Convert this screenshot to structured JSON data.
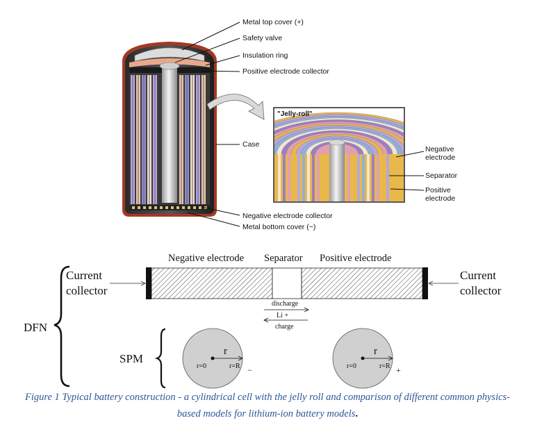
{
  "battery": {
    "labels": {
      "top_cover": "Metal top cover (+)",
      "safety_valve": "Safety valve",
      "insulation_ring": "Insulation ring",
      "pos_collector": "Positive electrode collector",
      "case": "Case",
      "neg_collector": "Negative electrode collector",
      "bottom_cover": "Metal bottom cover (−)"
    },
    "jelly_roll": {
      "title": "\"Jelly-roll\"",
      "negative": [
        "Negative",
        "electrode"
      ],
      "separator": "Separator",
      "positive": [
        "Positive",
        "electrode"
      ]
    }
  },
  "dfn": {
    "label": "DFN",
    "spm_label": "SPM",
    "current_collector_left": [
      "Current",
      "collector"
    ],
    "current_collector_right": [
      "Current",
      "collector"
    ],
    "negative_electrode": "Negative electrode",
    "separator": "Separator",
    "positive_electrode": "Positive electrode",
    "discharge": "discharge",
    "li_plus": "Li +",
    "charge": "charge",
    "particle_left": {
      "r": "r",
      "r0": "r=0",
      "rR": "r=R",
      "sub": "−"
    },
    "particle_right": {
      "r": "r",
      "r0": "r=0",
      "rR": "r=R",
      "sub": "+"
    }
  },
  "caption": {
    "line1": "Figure 1 Typical battery construction - a cylindrical cell with the jelly roll and comparison of different common physics-",
    "line2": "based models for lithium-ion battery models",
    "end": "."
  },
  "colors": {
    "caption": "#2f5597",
    "case_red": "#a23a25",
    "gold": "#e8b84a"
  }
}
